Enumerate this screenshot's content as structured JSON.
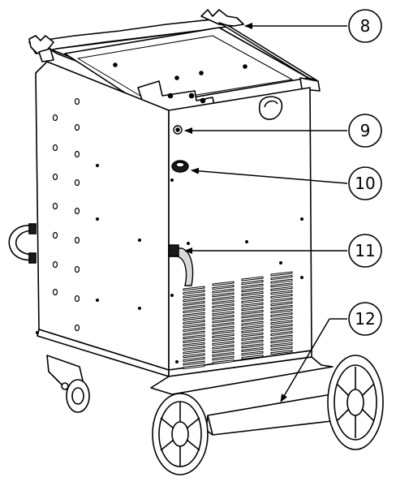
{
  "callouts": [
    {
      "id": "callout-8",
      "label": "8"
    },
    {
      "id": "callout-9",
      "label": "9"
    },
    {
      "id": "callout-10",
      "label": "10"
    },
    {
      "id": "callout-11",
      "label": "11"
    },
    {
      "id": "callout-12",
      "label": "12"
    }
  ],
  "colors": {
    "line": "#000000",
    "fill": "#ffffff",
    "shade": "#d9d9d9",
    "dark": "#1a1a1a"
  }
}
